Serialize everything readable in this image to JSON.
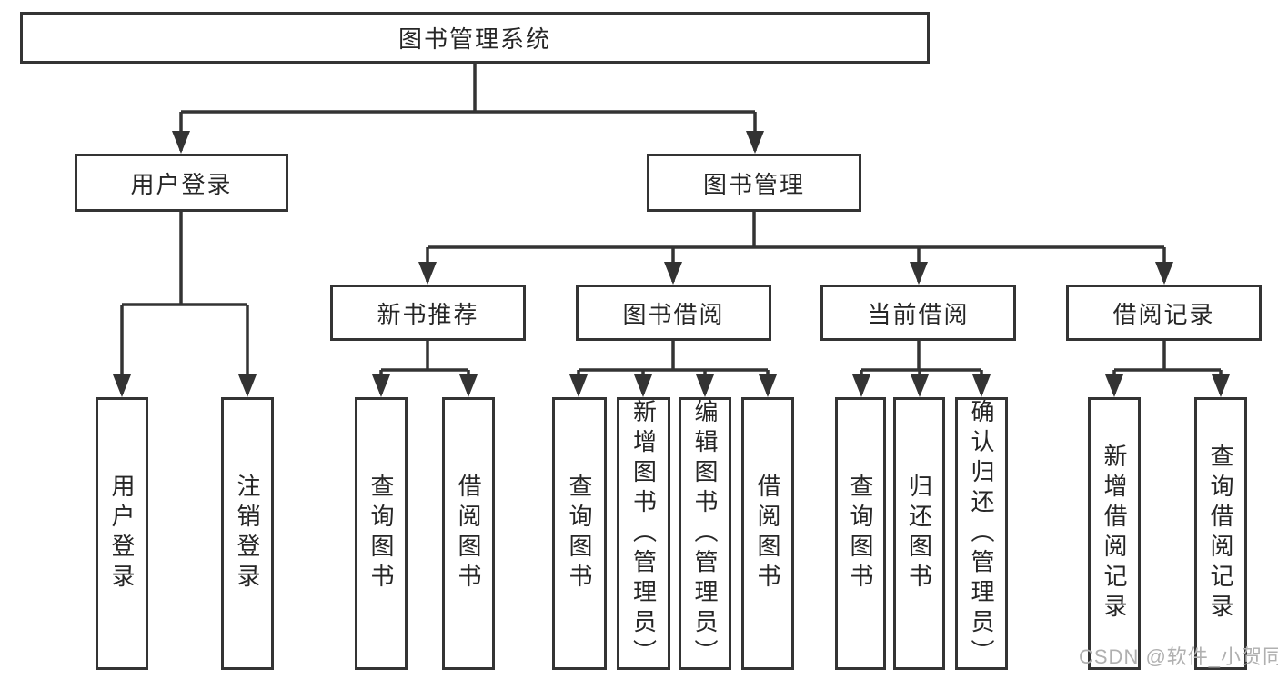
{
  "tree": {
    "root": {
      "label": "图书管理系统"
    },
    "branches": [
      {
        "label": "用户登录",
        "children": [
          {
            "label": "用户登录"
          },
          {
            "label": "注销登录"
          }
        ]
      },
      {
        "label": "图书管理",
        "children": [
          {
            "label": "新书推荐",
            "children": [
              {
                "label": "查询图书"
              },
              {
                "label": "借阅图书"
              }
            ]
          },
          {
            "label": "图书借阅",
            "children": [
              {
                "label": "查询图书"
              },
              {
                "label": "新增图书（管理员）"
              },
              {
                "label": "编辑图书（管理员）"
              },
              {
                "label": "借阅图书"
              }
            ]
          },
          {
            "label": "当前借阅",
            "children": [
              {
                "label": "查询图书"
              },
              {
                "label": "归还图书"
              },
              {
                "label": "确认归还（管理员）"
              }
            ]
          },
          {
            "label": "借阅记录",
            "children": [
              {
                "label": "新增借阅记录"
              },
              {
                "label": "查询借阅记录"
              }
            ]
          }
        ]
      }
    ]
  },
  "watermark": {
    "text": "CSDN @软件_小贺同学"
  },
  "colors": {
    "line": "#333333",
    "box_border": "#343434",
    "text": "#262626",
    "watermark": "#b0b0b0",
    "background": "#ffffff"
  }
}
